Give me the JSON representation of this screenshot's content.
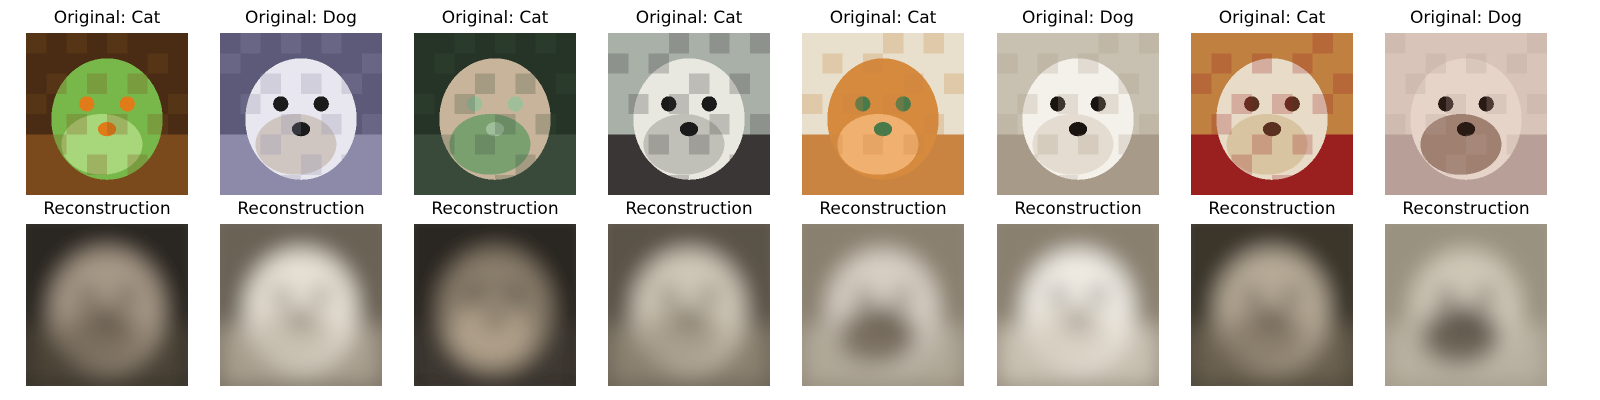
{
  "originals": [
    {
      "label": "Original: Cat",
      "palette": {
        "bg": "#4a2c14",
        "bg2": "#7a4a1c",
        "fg": "#78b84a",
        "fg2": "#a8d67a",
        "accent": "#e07b1a"
      }
    },
    {
      "label": "Original: Dog",
      "palette": {
        "bg": "#5c5a78",
        "bg2": "#8c8aa8",
        "fg": "#e8e6ee",
        "fg2": "#cfc6c2",
        "accent": "#1b1b1b"
      }
    },
    {
      "label": "Original: Cat",
      "palette": {
        "bg": "#253426",
        "bg2": "#3a4a3a",
        "fg": "#c8b49a",
        "fg2": "#7aa070",
        "accent": "#9ebf9a"
      }
    },
    {
      "label": "Original: Cat",
      "palette": {
        "bg": "#a8b0a8",
        "bg2": "#3a3636",
        "fg": "#e8e8e0",
        "fg2": "#c0c0b8",
        "accent": "#1a1a1a"
      }
    },
    {
      "label": "Original: Cat",
      "palette": {
        "bg": "#e8e0cc",
        "bg2": "#c88440",
        "fg": "#d68a3e",
        "fg2": "#f0b070",
        "accent": "#4a7a4a"
      }
    },
    {
      "label": "Original: Dog",
      "palette": {
        "bg": "#c8c0b0",
        "bg2": "#a89a88",
        "fg": "#f4f0ea",
        "fg2": "#e4dcd0",
        "accent": "#1a1410"
      }
    },
    {
      "label": "Original: Cat",
      "palette": {
        "bg": "#c08040",
        "bg2": "#9a2020",
        "fg": "#e8dcc8",
        "fg2": "#d8c4a0",
        "accent": "#5a3020"
      }
    },
    {
      "label": "Original: Dog",
      "palette": {
        "bg": "#d8c4b8",
        "bg2": "#b8a098",
        "fg": "#e6d4c8",
        "fg2": "#a08070",
        "accent": "#2a1a14"
      }
    }
  ],
  "reconstructions": [
    {
      "label": "Reconstruction",
      "palette": {
        "bg": "#2a2620",
        "bg2": "#4a4236",
        "fg": "#a89a88",
        "fg2": "#7a6e5e",
        "accent": "#1a1814"
      }
    },
    {
      "label": "Reconstruction",
      "palette": {
        "bg": "#6a6254",
        "bg2": "#a89e8e",
        "fg": "#e8e2d6",
        "fg2": "#c8c0b0",
        "accent": "#3a322a"
      }
    },
    {
      "label": "Reconstruction",
      "palette": {
        "bg": "#2a2620",
        "bg2": "#3e3830",
        "fg": "#8a7e6c",
        "fg2": "#b0a08a",
        "accent": "#1e1c18"
      }
    },
    {
      "label": "Reconstruction",
      "palette": {
        "bg": "#5a5246",
        "bg2": "#8a8070",
        "fg": "#d0c8b8",
        "fg2": "#a89e8c",
        "accent": "#2a2620"
      }
    },
    {
      "label": "Reconstruction",
      "palette": {
        "bg": "#8a8070",
        "bg2": "#b0a898",
        "fg": "#d8d0c4",
        "fg2": "#7a7060",
        "accent": "#4a4236"
      }
    },
    {
      "label": "Reconstruction",
      "palette": {
        "bg": "#8a8070",
        "bg2": "#c8c0b0",
        "fg": "#f0ece4",
        "fg2": "#d8d0c2",
        "accent": "#2a241e"
      }
    },
    {
      "label": "Reconstruction",
      "palette": {
        "bg": "#3a342c",
        "bg2": "#6a6050",
        "fg": "#b8ac98",
        "fg2": "#8a7e6c",
        "accent": "#1e1a16"
      }
    },
    {
      "label": "Reconstruction",
      "palette": {
        "bg": "#9a9280",
        "bg2": "#b8b0a0",
        "fg": "#d0c8b8",
        "fg2": "#6a6254",
        "accent": "#2a241e"
      }
    }
  ]
}
